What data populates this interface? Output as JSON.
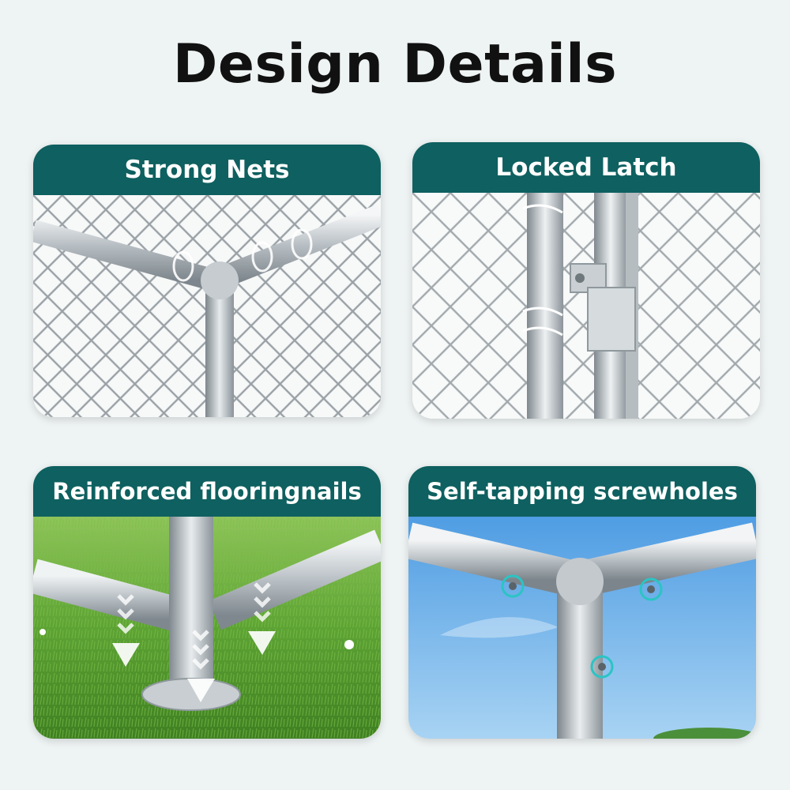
{
  "page": {
    "title": "Design Details"
  },
  "colors": {
    "banner": "#0f6060",
    "background": "#eef3f3",
    "highlight": "#2bc4c4"
  },
  "cards": [
    {
      "label": "Strong Nets"
    },
    {
      "label": "Locked Latch"
    },
    {
      "label": "Reinforced flooringnails"
    },
    {
      "label": "Self-tapping screwholes"
    }
  ]
}
